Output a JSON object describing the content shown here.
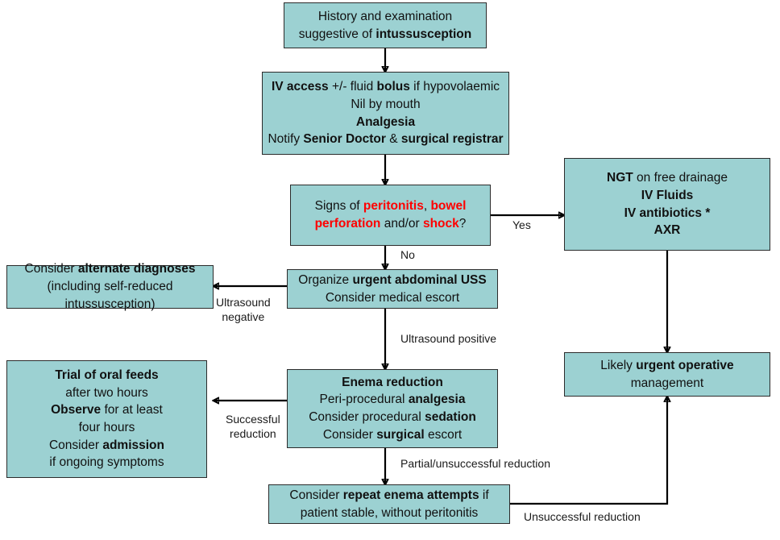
{
  "diagram": {
    "title": "Intussusception management flowchart",
    "box_fill": "#9CD1D2",
    "box_border": "#2b2b2b",
    "highlight_color": "#FF0000",
    "nodes": [
      {
        "id": "history",
        "name": "history-examination-box",
        "lines": [
          [
            {
              "t": "History and examination",
              "s": "normal"
            }
          ],
          [
            {
              "t": "suggestive of ",
              "s": "normal"
            },
            {
              "t": "intussusception",
              "s": "bold"
            }
          ]
        ]
      },
      {
        "id": "initial-management",
        "name": "initial-management-box",
        "lines": [
          [
            {
              "t": "IV access",
              "s": "bold"
            },
            {
              "t": " +/- fluid ",
              "s": "normal"
            },
            {
              "t": "bolus",
              "s": "bold"
            },
            {
              "t": " if hypovolaemic",
              "s": "normal"
            }
          ],
          [
            {
              "t": "Nil by mouth",
              "s": "normal"
            }
          ],
          [
            {
              "t": "Analgesia",
              "s": "bold"
            }
          ],
          [
            {
              "t": "Notify ",
              "s": "normal"
            },
            {
              "t": "Senior Doctor",
              "s": "bold"
            },
            {
              "t": " & ",
              "s": "normal"
            },
            {
              "t": "surgical registrar",
              "s": "bold"
            }
          ]
        ]
      },
      {
        "id": "signs-decision",
        "name": "peritonitis-decision-box",
        "lines": [
          [
            {
              "t": "Signs of ",
              "s": "normal"
            },
            {
              "t": "peritonitis",
              "s": "red"
            },
            {
              "t": ", ",
              "s": "normal"
            },
            {
              "t": "bowel",
              "s": "red"
            }
          ],
          [
            {
              "t": "perforation",
              "s": "red"
            },
            {
              "t": " and/or ",
              "s": "normal"
            },
            {
              "t": "shock",
              "s": "red"
            },
            {
              "t": "?",
              "s": "normal"
            }
          ]
        ]
      },
      {
        "id": "ngt-resuscitation",
        "name": "ngt-resuscitation-box",
        "lines": [
          [
            {
              "t": "NGT",
              "s": "bold"
            },
            {
              "t": " on free drainage",
              "s": "normal"
            }
          ],
          [
            {
              "t": "IV Fluids",
              "s": "bold"
            }
          ],
          [
            {
              "t": "IV antibiotics *",
              "s": "bold"
            }
          ],
          [
            {
              "t": "AXR",
              "s": "bold"
            }
          ]
        ]
      },
      {
        "id": "alternate-diagnoses",
        "name": "alternate-diagnoses-box",
        "lines": [
          [
            {
              "t": "Consider ",
              "s": "normal"
            },
            {
              "t": "alternate diagnoses",
              "s": "bold"
            }
          ],
          [
            {
              "t": "(including self-reduced",
              "s": "normal"
            }
          ],
          [
            {
              "t": "intussusception)",
              "s": "normal"
            }
          ]
        ]
      },
      {
        "id": "organize-uss",
        "name": "organize-ultrasound-box",
        "lines": [
          [
            {
              "t": "Organize ",
              "s": "normal"
            },
            {
              "t": "urgent abdominal USS",
              "s": "bold"
            }
          ],
          [
            {
              "t": "Consider medical escort",
              "s": "normal"
            }
          ]
        ]
      },
      {
        "id": "post-reduction-care",
        "name": "post-reduction-care-box",
        "lines": [
          [
            {
              "t": "Trial of oral feeds",
              "s": "bold"
            }
          ],
          [
            {
              "t": "after two hours",
              "s": "normal"
            }
          ],
          [
            {
              "t": "Observe",
              "s": "bold"
            },
            {
              "t": " for at least",
              "s": "normal"
            }
          ],
          [
            {
              "t": "four hours",
              "s": "normal"
            }
          ],
          [
            {
              "t": "Consider ",
              "s": "normal"
            },
            {
              "t": "admission",
              "s": "bold"
            }
          ],
          [
            {
              "t": "if ongoing symptoms",
              "s": "normal"
            }
          ]
        ]
      },
      {
        "id": "enema-reduction",
        "name": "enema-reduction-box",
        "lines": [
          [
            {
              "t": "Enema reduction",
              "s": "bold"
            }
          ],
          [
            {
              "t": "Peri-procedural ",
              "s": "normal"
            },
            {
              "t": "analgesia",
              "s": "bold"
            }
          ],
          [
            {
              "t": "Consider procedural ",
              "s": "normal"
            },
            {
              "t": "sedation",
              "s": "bold"
            }
          ],
          [
            {
              "t": "Consider ",
              "s": "normal"
            },
            {
              "t": "surgical",
              "s": "bold"
            },
            {
              "t": " escort",
              "s": "normal"
            }
          ]
        ]
      },
      {
        "id": "operative-management",
        "name": "operative-management-box",
        "lines": [
          [
            {
              "t": "Likely ",
              "s": "normal"
            },
            {
              "t": "urgent operative",
              "s": "bold"
            }
          ],
          [
            {
              "t": "management",
              "s": "normal"
            }
          ]
        ]
      },
      {
        "id": "repeat-enema",
        "name": "repeat-enema-box",
        "lines": [
          [
            {
              "t": "Consider ",
              "s": "normal"
            },
            {
              "t": "repeat enema attempts",
              "s": "bold"
            },
            {
              "t": " if",
              "s": "normal"
            }
          ],
          [
            {
              "t": "patient stable, without peritonitis",
              "s": "normal"
            }
          ]
        ]
      }
    ],
    "edge_labels": [
      {
        "id": "yes",
        "name": "edge-label-yes",
        "lines": [
          "Yes"
        ]
      },
      {
        "id": "no",
        "name": "edge-label-no",
        "lines": [
          "No"
        ]
      },
      {
        "id": "uss-negative",
        "name": "edge-label-ultrasound-negative",
        "lines": [
          "Ultrasound",
          "negative"
        ]
      },
      {
        "id": "uss-positive",
        "name": "edge-label-ultrasound-positive",
        "lines": [
          "Ultrasound positive"
        ]
      },
      {
        "id": "successful",
        "name": "edge-label-successful-reduction",
        "lines": [
          "Successful",
          "reduction"
        ]
      },
      {
        "id": "partial",
        "name": "edge-label-partial-unsuccessful-reduction",
        "lines": [
          "Partial/unsuccessful reduction"
        ]
      },
      {
        "id": "unsuccessful",
        "name": "edge-label-unsuccessful-reduction",
        "lines": [
          "Unsuccessful reduction"
        ]
      }
    ]
  }
}
